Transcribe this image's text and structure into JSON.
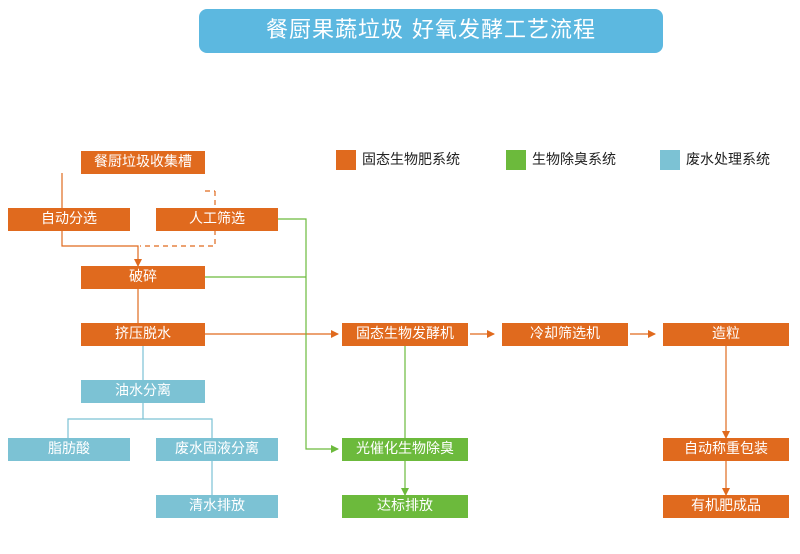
{
  "title": "餐厨果蔬垃圾 好氧发酵工艺流程",
  "legend": [
    {
      "label": "固态生物肥系统",
      "color": "#e06a1e"
    },
    {
      "label": "生物除臭系统",
      "color": "#6cba3c"
    },
    {
      "label": "废水处理系统",
      "color": "#7cc2d4"
    }
  ],
  "nodes": {
    "collection_tank": "餐厨垃圾收集槽",
    "auto_sort": "自动分选",
    "manual_screen": "人工筛选",
    "crush": "破碎",
    "squeeze_dewater": "挤压脱水",
    "oil_water_sep": "油水分离",
    "fatty_acid": "脂肪酸",
    "wastewater_sep": "废水固液分离",
    "clean_discharge": "清水排放",
    "fermenter": "固态生物发酵机",
    "cooling_screen": "冷却筛选机",
    "granulation": "造粒",
    "photocatalytic": "光催化生物除臭",
    "standard_discharge": "达标排放",
    "auto_packaging": "自动称重包装",
    "organic_fertilizer": "有机肥成品"
  }
}
